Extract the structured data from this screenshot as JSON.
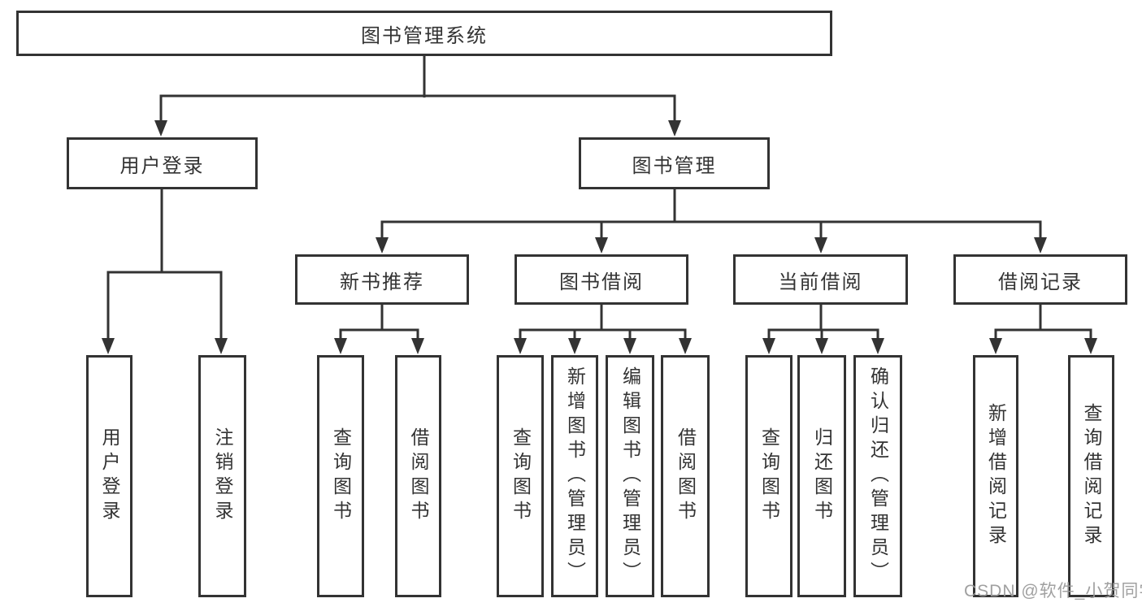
{
  "diagram": {
    "type": "hierarchy-tree",
    "root": {
      "label": "图书管理系统"
    },
    "branches": [
      {
        "label": "用户登录",
        "children": [
          "用户登录",
          "注销登录"
        ]
      },
      {
        "label": "图书管理",
        "children": [
          {
            "label": "新书推荐",
            "children": [
              "查询图书",
              "借阅图书"
            ]
          },
          {
            "label": "图书借阅",
            "children": [
              "查询图书",
              "新增图书（管理员）",
              "编辑图书（管理员）",
              "借阅图书"
            ]
          },
          {
            "label": "当前借阅",
            "children": [
              "查询图书",
              "归还图书",
              "确认归还（管理员）"
            ]
          },
          {
            "label": "借阅记录",
            "children": [
              "新增借阅记录",
              "查询借阅记录"
            ]
          }
        ]
      }
    ]
  },
  "watermark": {
    "text": "CSDN @软件_小贺同学"
  },
  "colors": {
    "line": "#333333",
    "text": "#333333",
    "background": "#ffffff",
    "watermark_text": "#9b9b9b"
  }
}
